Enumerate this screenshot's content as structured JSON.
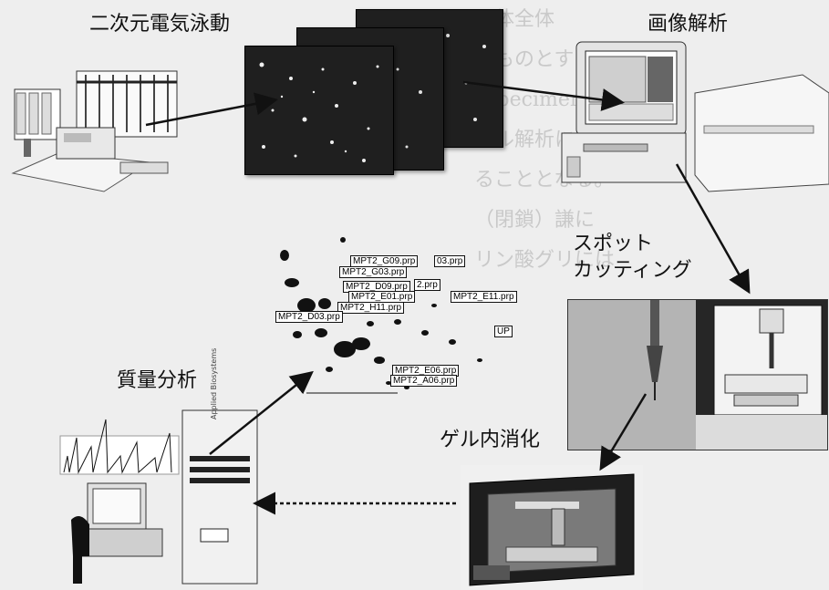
{
  "steps": {
    "electrophoresis": "二次元電気泳動",
    "image_analysis": "画像解析",
    "spot_cutting_line1": "スポット",
    "spot_cutting_line2": "カッティング",
    "in_gel_digestion": "ゲル内消化",
    "mass_spec": "質量分析"
  },
  "spot_labels": [
    "MPT2_G09.prp",
    "03.prp",
    "MPT2_G03.prp",
    "MPT2_D09.prp",
    "2.prp",
    "MPT2_E01.prp",
    "MPT2_E11.prp",
    "MPT2_H11.prp",
    "MPT2_D03.prp",
    "MPT2_E06.prp",
    "MPT2_A06.prp",
    "UP"
  ],
  "background_text": [
    "の体全体",
    "るものとする",
    "ospecimen",
    "",
    "ール解析には",
    "ることとなる。",
    "",
    "",
    "",
    "",
    "（閉鎖）謙に",
    "リン酸グリには",
    ""
  ],
  "mass_spec_logo": "Applied Biosystems",
  "colors": {
    "paper": "#eeeeee",
    "ink": "#111111",
    "gel_bg": "#1f1f1f"
  }
}
